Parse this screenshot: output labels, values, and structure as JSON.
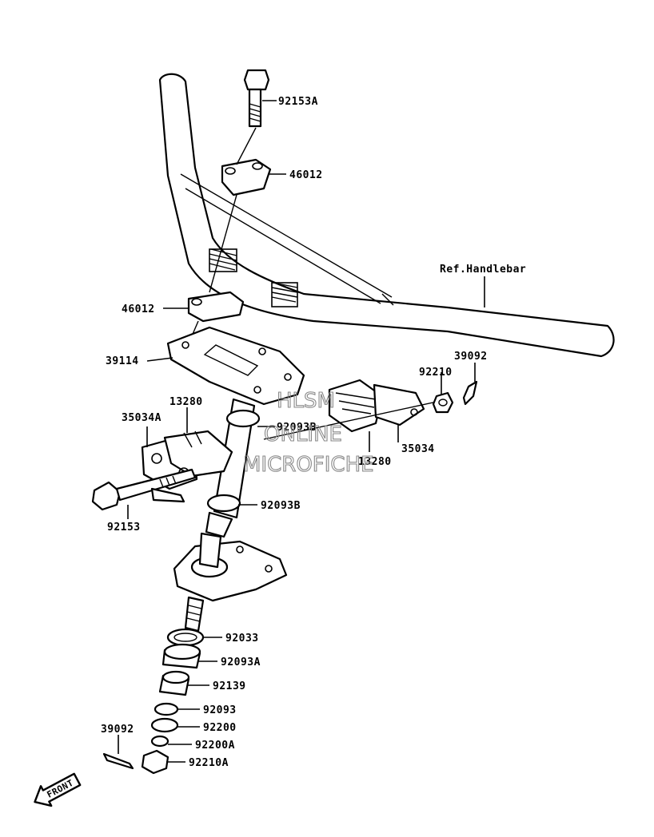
{
  "diagram": {
    "labels": {
      "l92153A": "92153A",
      "l46012a": "46012",
      "ref": "Ref.Handlebar",
      "l46012b": "46012",
      "l39114": "39114",
      "l39092a": "39092",
      "l92210": "92210",
      "l13280a": "13280",
      "l35034A": "35034A",
      "l92093Ba": "92093B",
      "l35034": "35034",
      "l13280b": "13280",
      "l92153": "92153",
      "l92093Bb": "92093B",
      "l92033": "92033",
      "l92093A": "92093A",
      "l92139": "92139",
      "l92093": "92093",
      "l92200": "92200",
      "l39092b": "39092",
      "l92200A": "92200A",
      "l92210A": "92210A"
    },
    "watermark": {
      "line1": "HLSM",
      "line2": "ONLINE",
      "line3": "MICROFICHE"
    },
    "front_arrow": "FRONT"
  }
}
